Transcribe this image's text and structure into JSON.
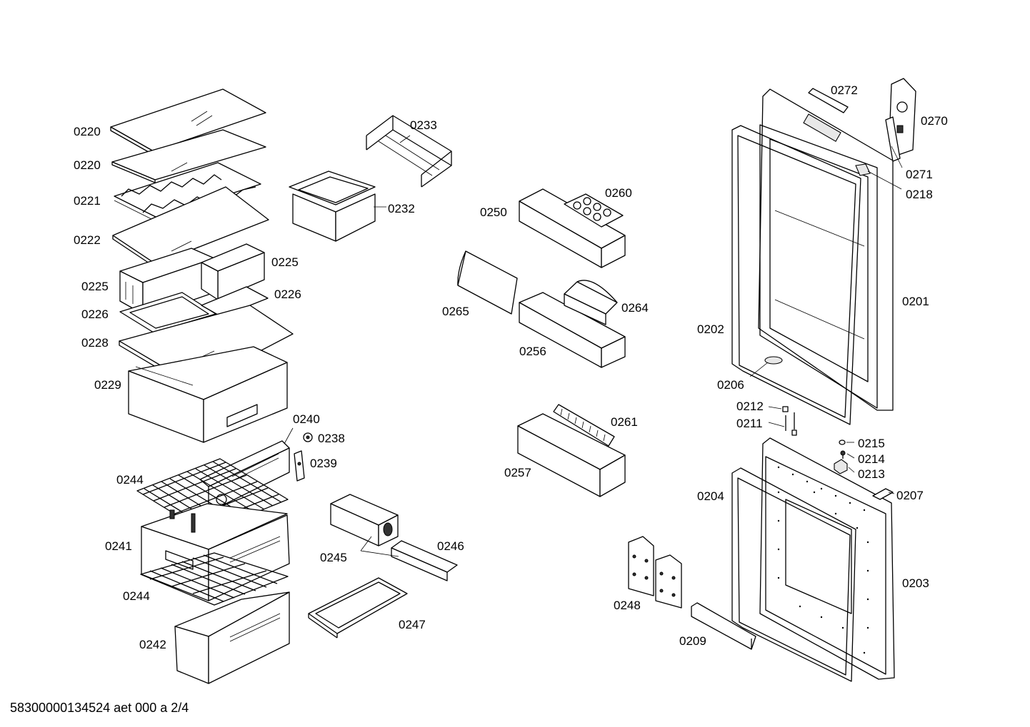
{
  "drawing": {
    "labels": {
      "p0220a": "0220",
      "p0220b": "0220",
      "p0221": "0221",
      "p0222": "0222",
      "p0225a": "0225",
      "p0225b": "0225",
      "p0226a": "0226",
      "p0226b": "0226",
      "p0228": "0228",
      "p0229": "0229",
      "p0232": "0232",
      "p0233": "0233",
      "p0240": "0240",
      "p0238": "0238",
      "p0239": "0239",
      "p0244a": "0244",
      "p0241": "0241",
      "p0244b": "0244",
      "p0242": "0242",
      "p0245": "0245",
      "p0246": "0246",
      "p0247": "0247",
      "p0250": "0250",
      "p0260": "0260",
      "p0265": "0265",
      "p0264": "0264",
      "p0256": "0256",
      "p0261": "0261",
      "p0257": "0257",
      "p0248": "0248",
      "p0209": "0209",
      "p0272": "0272",
      "p0270": "0270",
      "p0271": "0271",
      "p0218": "0218",
      "p0201": "0201",
      "p0202": "0202",
      "p0206": "0206",
      "p0212": "0212",
      "p0211": "0211",
      "p0215": "0215",
      "p0214": "0214",
      "p0213": "0213",
      "p0207": "0207",
      "p0204": "0204",
      "p0203": "0203"
    },
    "footer": "58300000134524 aet 000 a 2/4"
  }
}
